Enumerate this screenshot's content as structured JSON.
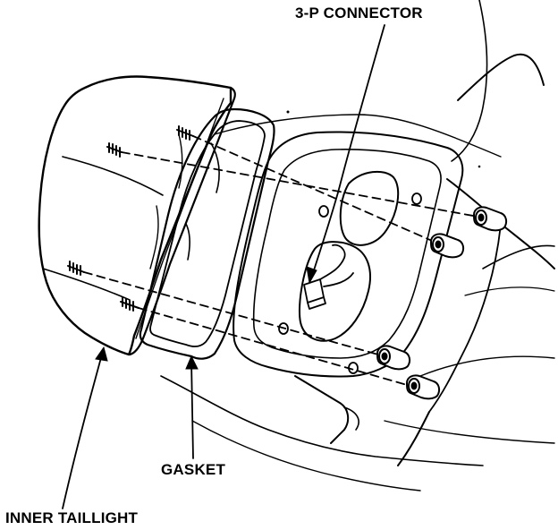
{
  "labels": {
    "connector": "3-P CONNECTOR",
    "gasket": "GASKET",
    "taillight": "INNER TAILLIGHT"
  },
  "colors": {
    "ink": "#000000",
    "paper": "#ffffff"
  }
}
